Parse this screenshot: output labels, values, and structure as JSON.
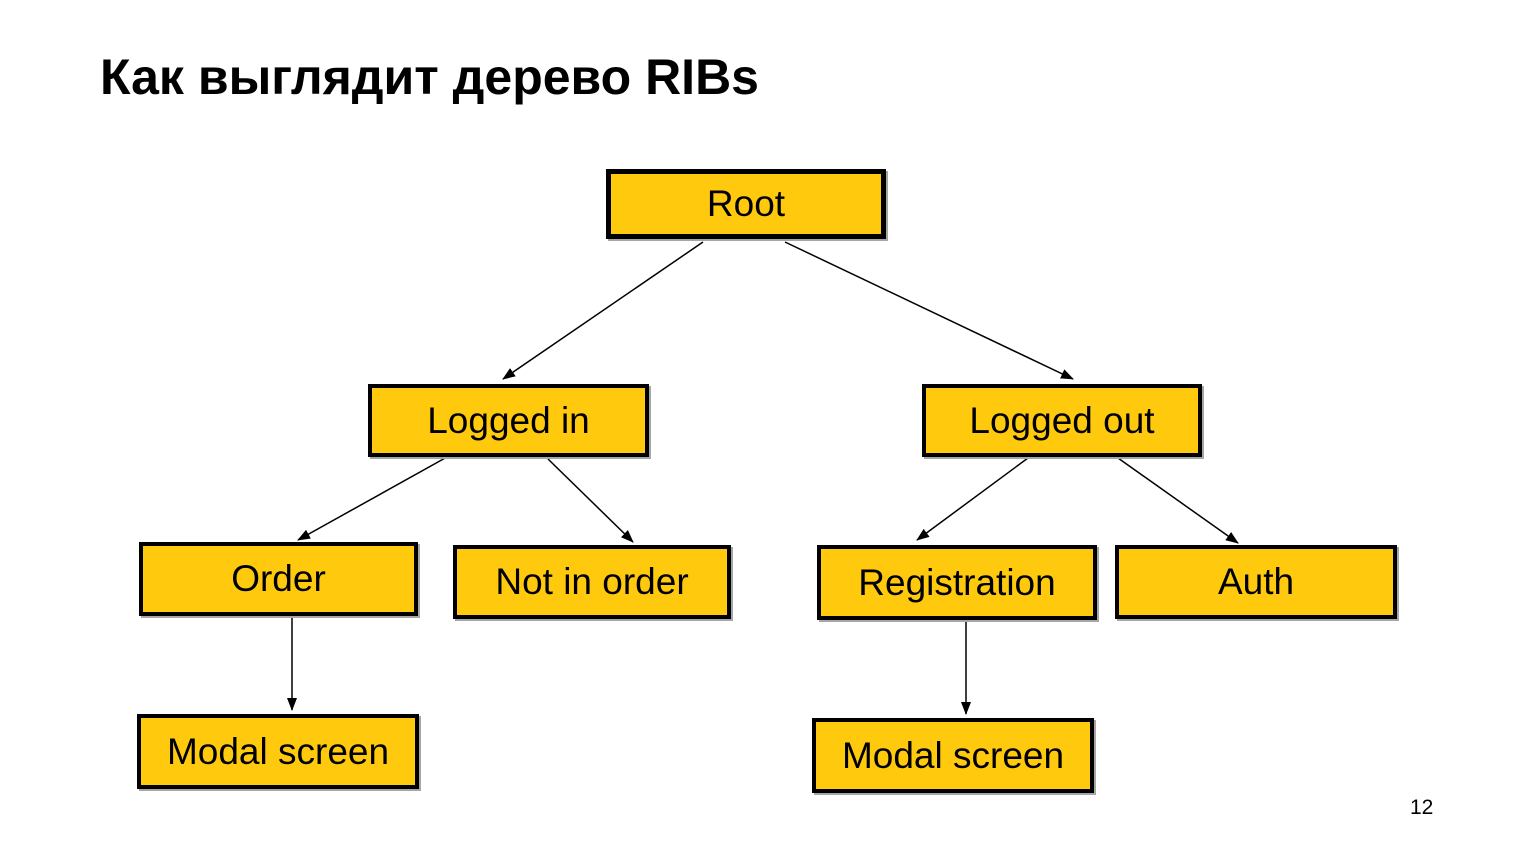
{
  "slide": {
    "title": "Как выглядит дерево RIBs",
    "page_number": "12"
  },
  "colors": {
    "node_fill": "#FFC90E",
    "node_border": "#000000",
    "edge": "#000000",
    "background": "#FFFFFF",
    "title_text": "#000000"
  },
  "nodes": {
    "root": {
      "label": "Root"
    },
    "logged_in": {
      "label": "Logged in"
    },
    "logged_out": {
      "label": "Logged out"
    },
    "order": {
      "label": "Order"
    },
    "not_in_order": {
      "label": "Not in order"
    },
    "registration": {
      "label": "Registration"
    },
    "auth": {
      "label": "Auth"
    },
    "modal_screen_left": {
      "label": "Modal screen"
    },
    "modal_screen_right": {
      "label": "Modal screen"
    }
  },
  "edges": [
    {
      "from": "root",
      "to": "logged_in"
    },
    {
      "from": "root",
      "to": "logged_out"
    },
    {
      "from": "logged_in",
      "to": "order"
    },
    {
      "from": "logged_in",
      "to": "not_in_order"
    },
    {
      "from": "logged_out",
      "to": "registration"
    },
    {
      "from": "logged_out",
      "to": "auth"
    },
    {
      "from": "order",
      "to": "modal_screen_left"
    },
    {
      "from": "registration",
      "to": "modal_screen_right"
    }
  ]
}
